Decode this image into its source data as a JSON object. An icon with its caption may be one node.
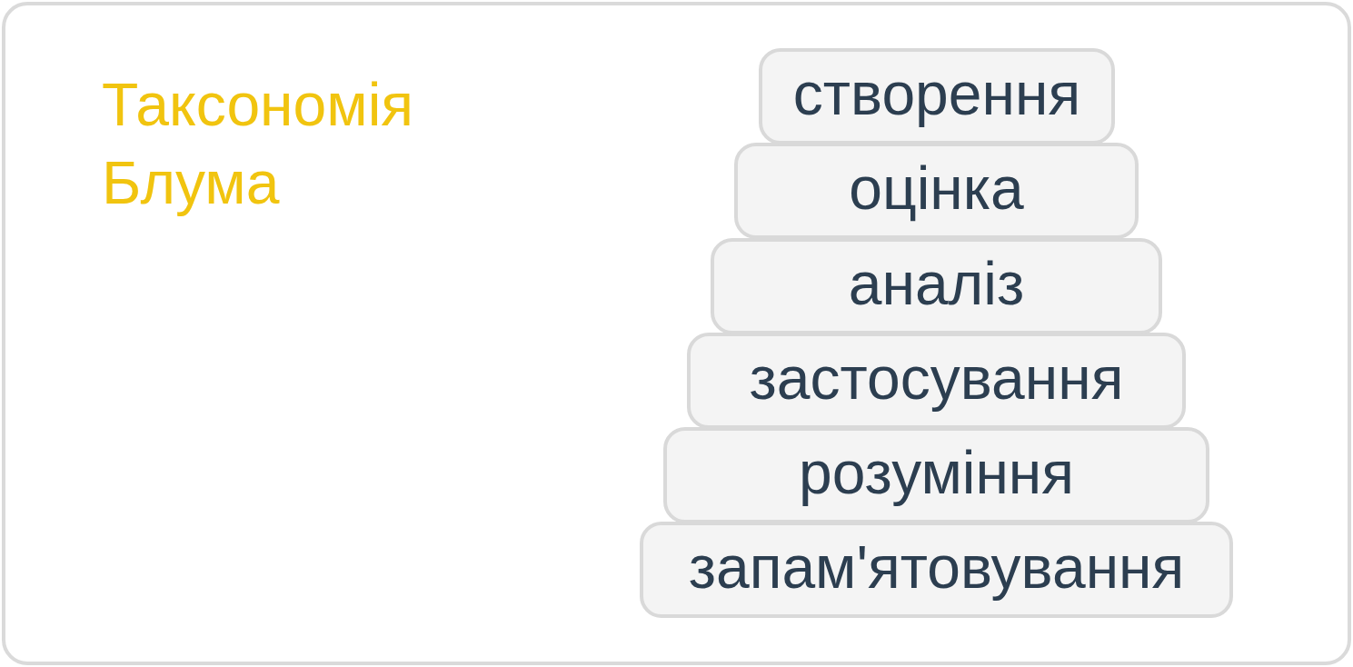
{
  "diagram": {
    "title": "Таксономія Блума",
    "nodes": [
      {
        "text": [
          "створення"
        ]
      },
      {
        "text": [
          "оцінка"
        ]
      },
      {
        "text": [
          "аналіз"
        ]
      },
      {
        "text": [
          "застосування"
        ]
      },
      {
        "text": [
          "розуміння"
        ]
      },
      {
        "text": [
          "запам'ятовування"
        ]
      }
    ]
  }
}
